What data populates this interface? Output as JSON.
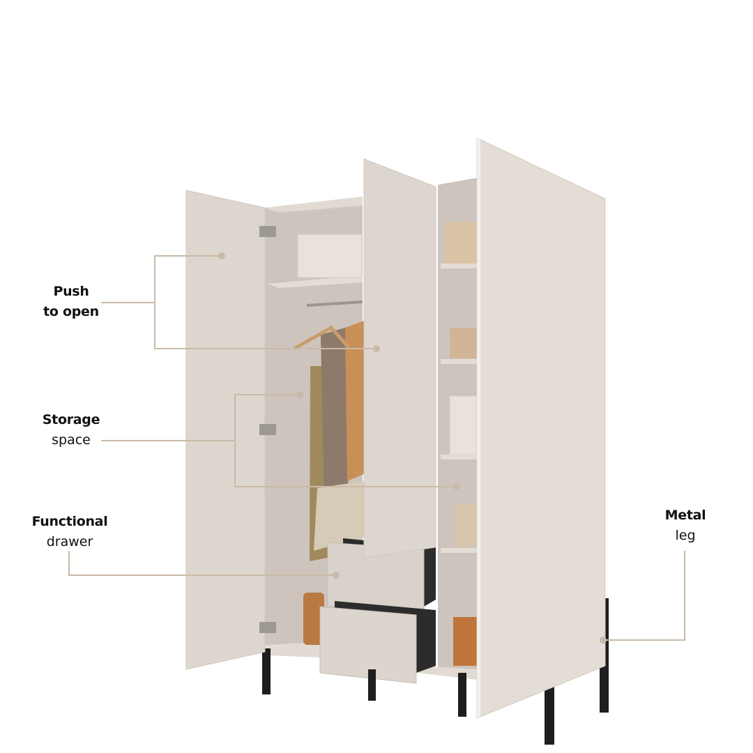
{
  "colors": {
    "callout_line": "#c9b9a8",
    "door": "#ddd6cf",
    "interior": "#cdc5bd",
    "leg": "#1e1e1e"
  },
  "callouts": [
    {
      "bold": "Push",
      "regular": "to open",
      "bold_second_line": true
    },
    {
      "bold": "Storage",
      "regular": "space"
    },
    {
      "bold": "Functional",
      "regular": "drawer"
    },
    {
      "bold": "Metal",
      "regular": "leg"
    }
  ]
}
